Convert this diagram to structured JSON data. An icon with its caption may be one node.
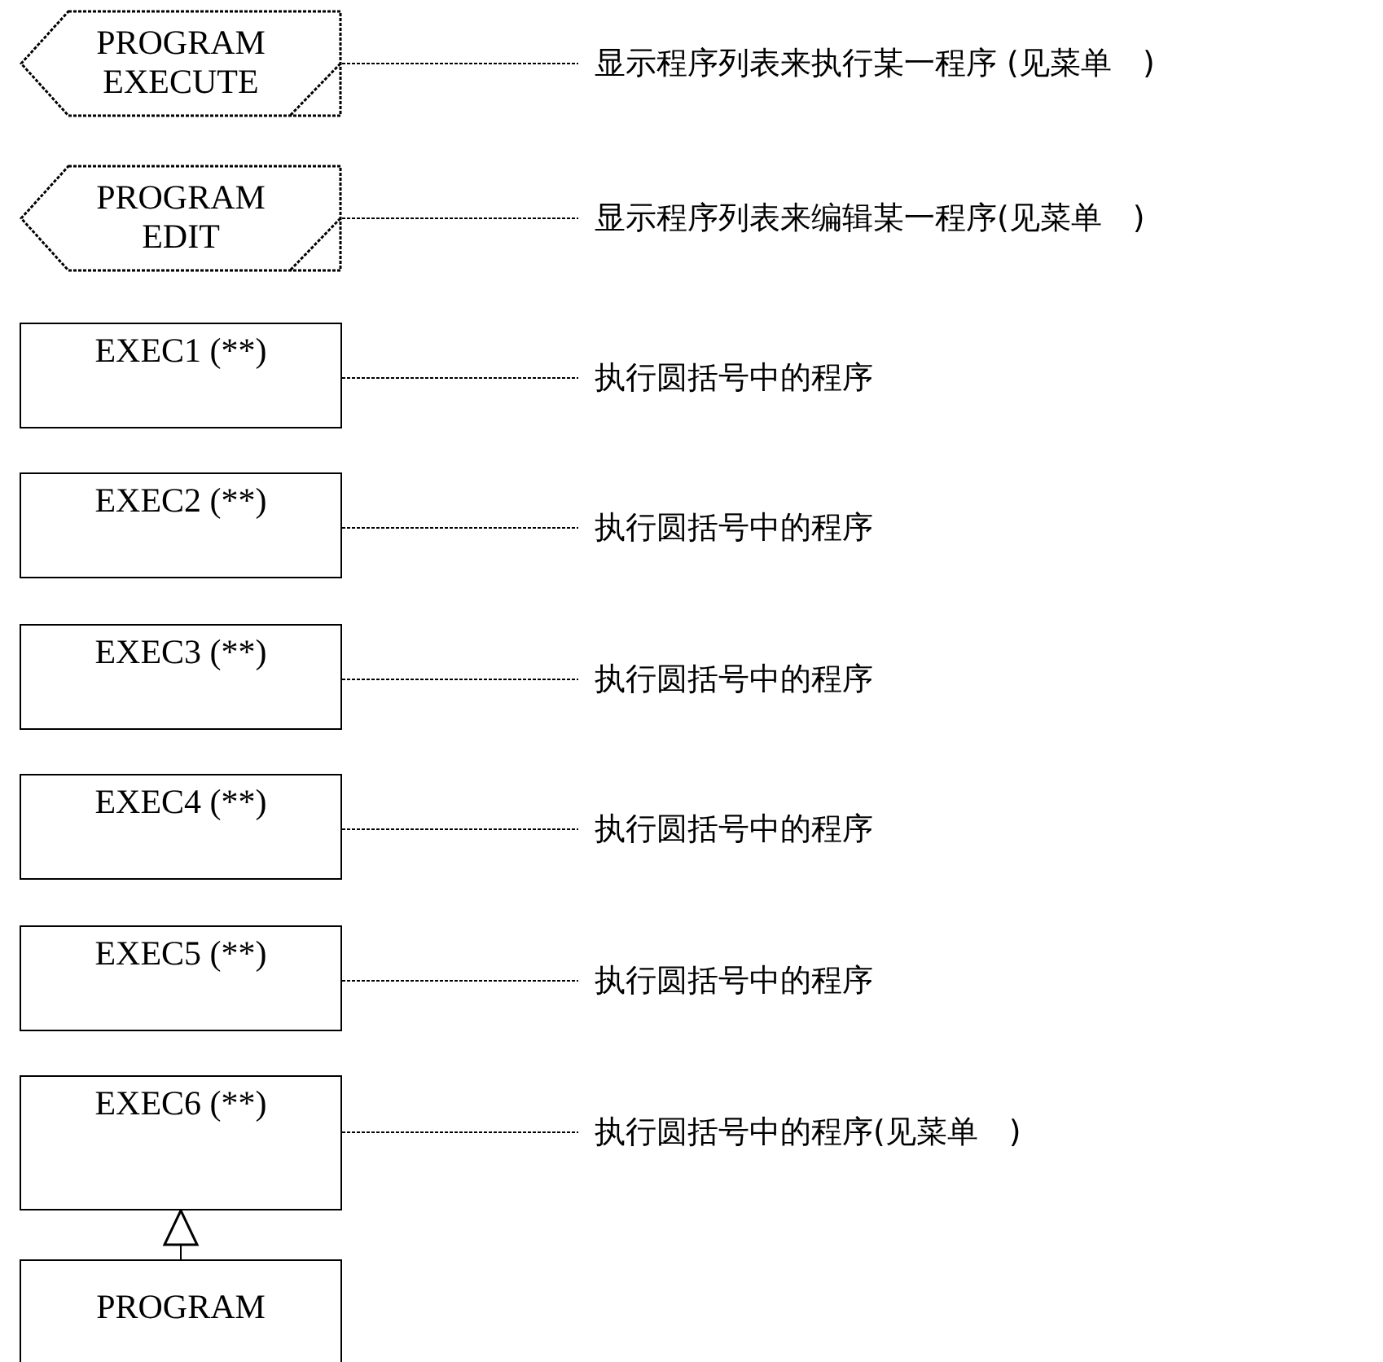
{
  "diagram": {
    "nodes": [
      {
        "text": [
          "PROGRAM EXECUTE"
        ]
      },
      {
        "text": [
          "显示程序列表来执行某一程序 (见菜单　)"
        ]
      },
      {
        "text": [
          "PROGRAM EDIT"
        ]
      },
      {
        "text": [
          "显示程序列表来编辑某一程序(见菜单　)"
        ]
      },
      {
        "text": [
          "EXEC1 (**)"
        ]
      },
      {
        "text": [
          "执行圆括号中的程序"
        ]
      },
      {
        "text": [
          "EXEC2 (**)"
        ]
      },
      {
        "text": [
          "执行圆括号中的程序"
        ]
      },
      {
        "text": [
          "EXEC3 (**)"
        ]
      },
      {
        "text": [
          "执行圆括号中的程序"
        ]
      },
      {
        "text": [
          "EXEC4 (**)"
        ]
      },
      {
        "text": [
          "执行圆括号中的程序"
        ]
      },
      {
        "text": [
          "EXEC5 (**)"
        ]
      },
      {
        "text": [
          "执行圆括号中的程序"
        ]
      },
      {
        "text": [
          "EXEC6 (**)"
        ]
      },
      {
        "text": [
          "执行圆括号中的程序(见菜单　)"
        ]
      },
      {
        "text": [
          "PROGRAM"
        ]
      }
    ],
    "edges": [
      {
        "from": 0,
        "to": 1,
        "arrow": "none",
        "style": "dashed"
      },
      {
        "from": 2,
        "to": 3,
        "arrow": "none",
        "style": "dashed"
      },
      {
        "from": 4,
        "to": 5,
        "arrow": "none",
        "style": "dashed"
      },
      {
        "from": 6,
        "to": 7,
        "arrow": "none",
        "style": "dashed"
      },
      {
        "from": 8,
        "to": 9,
        "arrow": "none",
        "style": "dashed"
      },
      {
        "from": 10,
        "to": 11,
        "arrow": "none",
        "style": "dashed"
      },
      {
        "from": 12,
        "to": 13,
        "arrow": "none",
        "style": "dashed"
      },
      {
        "from": 14,
        "to": 15,
        "arrow": "none",
        "style": "dashed"
      },
      {
        "from": 16,
        "to": 14,
        "arrow": "to"
      }
    ]
  }
}
